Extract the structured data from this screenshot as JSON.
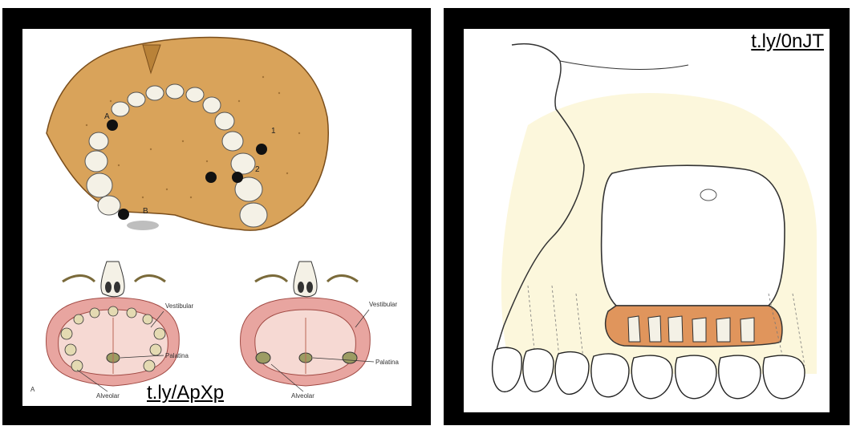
{
  "left_panel": {
    "credit": "t.ly/ApXp",
    "skull_markers": [
      "1",
      "2",
      "A",
      "B"
    ],
    "diagram_label": "A",
    "labels": {
      "vestibular_left": "Vestibular",
      "palatina_left": "Palatina",
      "alveolar_left": "Alveolar",
      "vestibular_right": "Vestibular",
      "palatina_right": "Palatina",
      "alveolar_right": "Alveolar"
    }
  },
  "right_panel": {
    "credit": "t.ly/0nJT"
  },
  "colors": {
    "frame": "#000000",
    "bone": "#d9a35a",
    "gum": "#e8a5a0",
    "tooth": "#f4f1e6",
    "sinus_wall": "#e0955c",
    "background_wash": "#fbf6d6"
  }
}
